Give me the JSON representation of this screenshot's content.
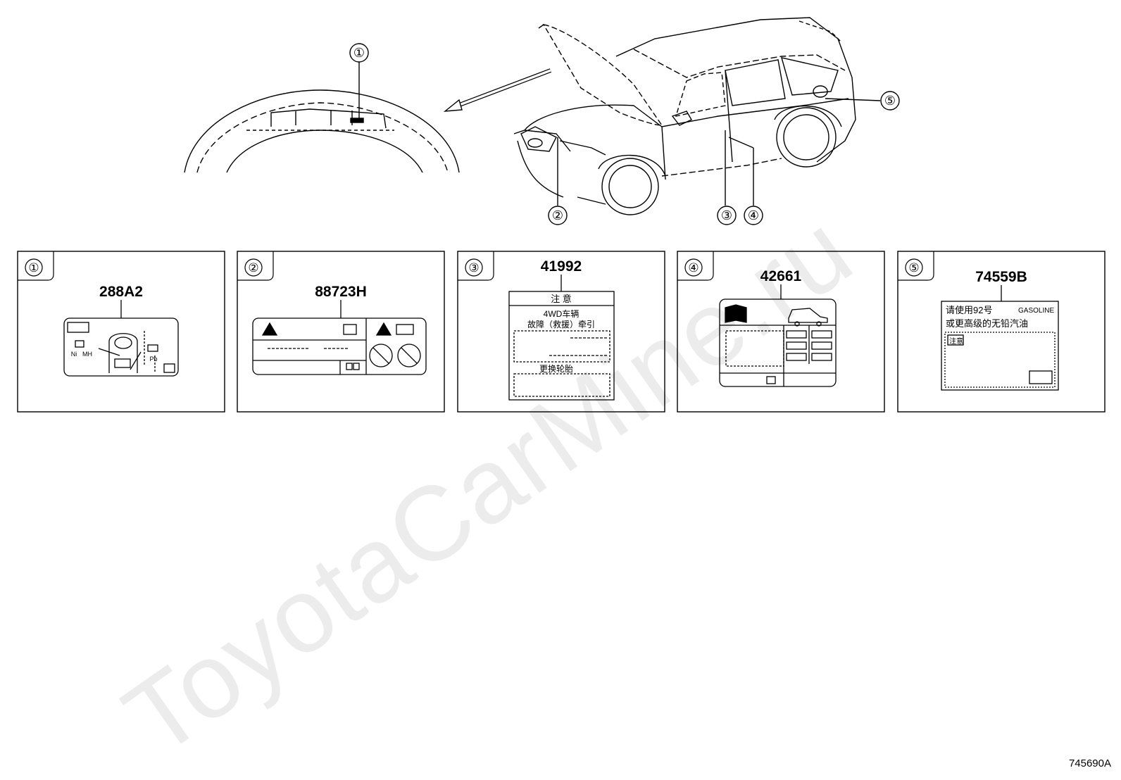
{
  "watermark": "ToyotaCarMine.ru",
  "reference_code": "745690A",
  "callouts": [
    "①",
    "②",
    "③",
    "④",
    "⑤"
  ],
  "panels": [
    {
      "index": "①",
      "part_number": "288A2",
      "label_text": [
        "Ni",
        "MH",
        "Pb"
      ]
    },
    {
      "index": "②",
      "part_number": "88723H",
      "label_text": []
    },
    {
      "index": "③",
      "part_number": "41992",
      "label_text": [
        "注  意",
        "4WD车辆",
        "故障（救援）牵引",
        "更换轮胎"
      ]
    },
    {
      "index": "④",
      "part_number": "42661",
      "label_text": []
    },
    {
      "index": "⑤",
      "part_number": "74559B",
      "label_text": [
        "请使用92号",
        "GASOLINE",
        "或更高级的无铅汽油",
        "注意"
      ]
    }
  ]
}
